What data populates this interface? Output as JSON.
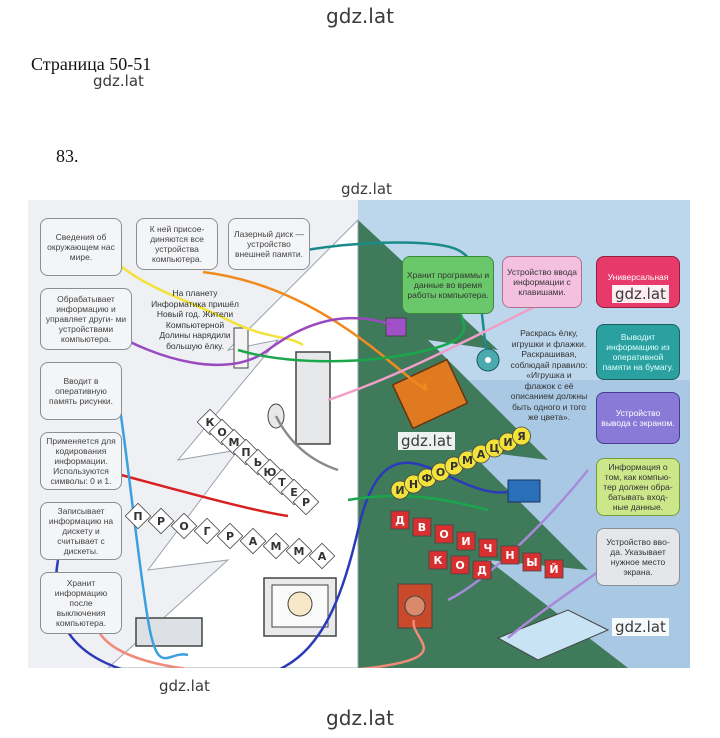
{
  "watermarks": {
    "top": "gdz.lat",
    "under_title": "gdz.lat",
    "above_image": "gdz.lat",
    "mid_right": "gdz.lat",
    "center": "gdz.lat",
    "lower_right": "gdz.lat",
    "image_bottom": "gdz.lat",
    "bottom": "gdz.lat"
  },
  "page_label": "Страница 50-51",
  "task_number": "83.",
  "left_boxes": {
    "b1": "Сведения об окружающем нас мире.",
    "b2": "К ней присое- диняются все устройства компьютера.",
    "b3": "Лазерный диск — устройство внешней памяти.",
    "b4": "Обрабатывает информацию и управляет други- ми устройствами компьютера.",
    "b5": "Вводит в оперативную память рисунки.",
    "b6": "Применяется для кодирования информации. Используются символы: 0 и 1.",
    "b7": "Записывает информацию на дискету и считывает с дискеты.",
    "b8": "Хранит информацию после выключения компьютера."
  },
  "story_text": "На планету Информатика пришёл Новый год. Жители Компьютерной Долины нарядили большую ёлку.",
  "right_boxes": {
    "r1": "Хранит программы и данные во время работы компьютера.",
    "r2": "Устройство ввода информации с клавишами.",
    "r3": "Универсальная машина для",
    "r4": "Выводит информацию из оперативной памяти на бумагу.",
    "r5": "Устройство вывода с экраном.",
    "r6": "Информация о том, как компью- тер должен обра- батывать вход- ные данные.",
    "r7": "Устройство вво- да. Указывает нужное место экрана."
  },
  "instruction_text": "Раскрась ёлку, игрушки и флажки. Раскрашивая, соблюдай правило: «Игрушка и флажок с её описанием должны быть одного и того же цвета».",
  "garlands": {
    "informatsiya": [
      "И",
      "Н",
      "Ф",
      "О",
      "Р",
      "М",
      "А",
      "Ц",
      "И",
      "Я"
    ],
    "kompyuter": [
      "К",
      "О",
      "М",
      "П",
      "Ь",
      "Ю",
      "Т",
      "Е",
      "Р"
    ],
    "programma": [
      "П",
      "Р",
      "О",
      "Г",
      "Р",
      "А",
      "М",
      "М",
      "А"
    ],
    "dvoichny": [
      "Д",
      "В",
      "О",
      "И",
      "Ч",
      "Н",
      "Ы",
      "Й"
    ],
    "kod": [
      "К",
      "О",
      "Д"
    ]
  },
  "colors": {
    "yellow": "#f2e23a",
    "orange": "#f08a1c",
    "teal": "#1a8a8a",
    "green": "#1aa64a",
    "purple": "#9a4ac0",
    "pink": "#f0a0c8",
    "red": "#d82020",
    "blue": "#2a3ab8",
    "lightblue": "#3aa0e0",
    "gray": "#8a8a8a",
    "salmon": "#f08a7a",
    "lavender": "#a88ad8"
  }
}
